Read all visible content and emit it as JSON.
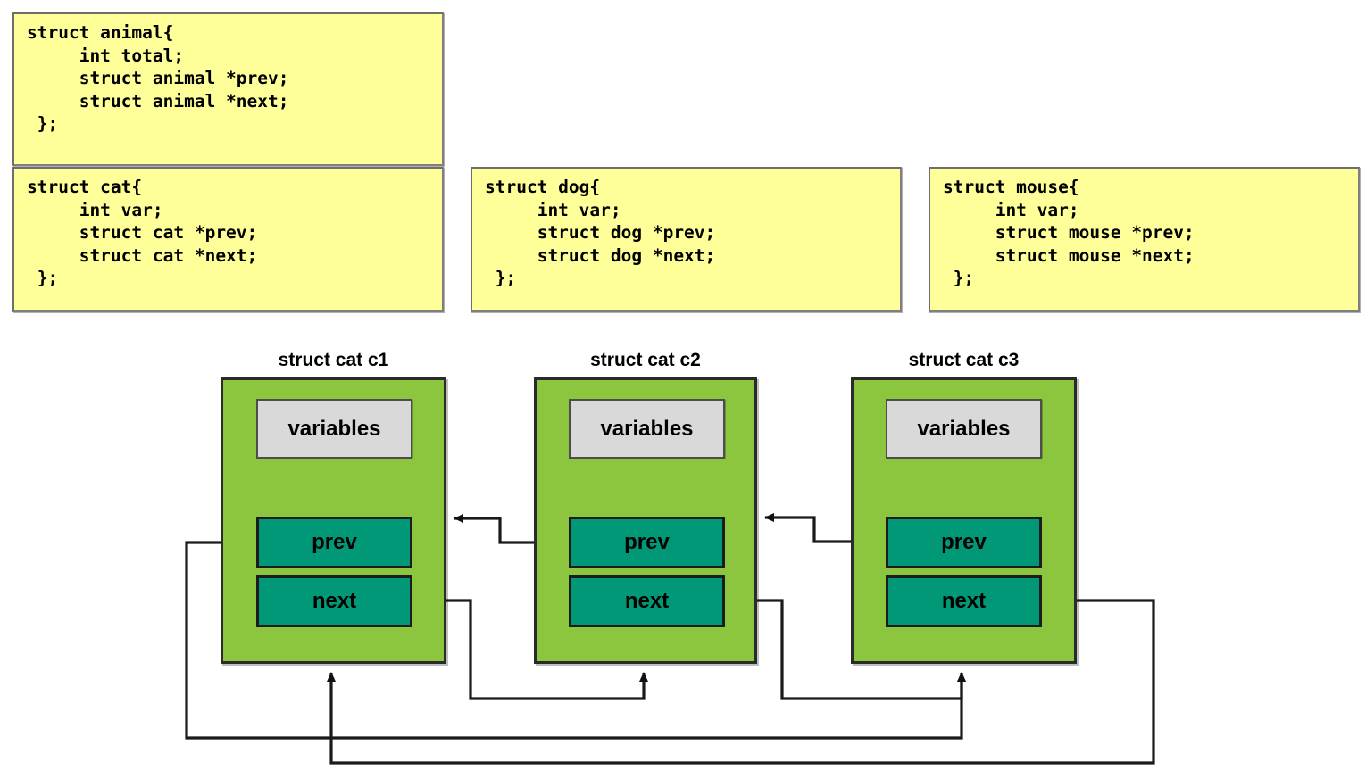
{
  "structs": [
    {
      "id": "animal",
      "name": "struct animal",
      "code": "struct animal{\n     int total;\n     struct animal *prev;\n     struct animal *next;\n };"
    },
    {
      "id": "cat",
      "name": "struct cat",
      "code": "struct cat{\n     int var;\n     struct cat *prev;\n     struct cat *next;\n };"
    },
    {
      "id": "dog",
      "name": "struct dog",
      "code": "struct dog{\n     int var;\n     struct dog *prev;\n     struct dog *next;\n };"
    },
    {
      "id": "mouse",
      "name": "struct mouse",
      "code": "struct mouse{\n     int var;\n     struct mouse *prev;\n     struct mouse *next;\n };"
    }
  ],
  "nodes": [
    {
      "id": "c1",
      "title": "struct cat c1",
      "variables_label": "variables",
      "prev_label": "prev",
      "next_label": "next"
    },
    {
      "id": "c2",
      "title": "struct cat c2",
      "variables_label": "variables",
      "prev_label": "prev",
      "next_label": "next"
    },
    {
      "id": "c3",
      "title": "struct cat c3",
      "variables_label": "variables",
      "prev_label": "prev",
      "next_label": "next"
    }
  ],
  "colors": {
    "code_box_fill": "#ffff99",
    "code_box_border": "#7f7f7f",
    "node_fill": "#8cc63e",
    "node_border": "#2b2b2b",
    "variables_fill": "#d9d9d9",
    "pointer_fill": "#009877",
    "wire": "#1a1a1a",
    "background": "#ffffff"
  },
  "diagram_info": {
    "type": "doubly-linked-list",
    "element_count": 3,
    "links": [
      "c1.next -> c2",
      "c2.next -> c3",
      "c3.next -> c1",
      "c2.prev -> c1",
      "c3.prev -> c2",
      "c1.prev -> c3"
    ]
  }
}
